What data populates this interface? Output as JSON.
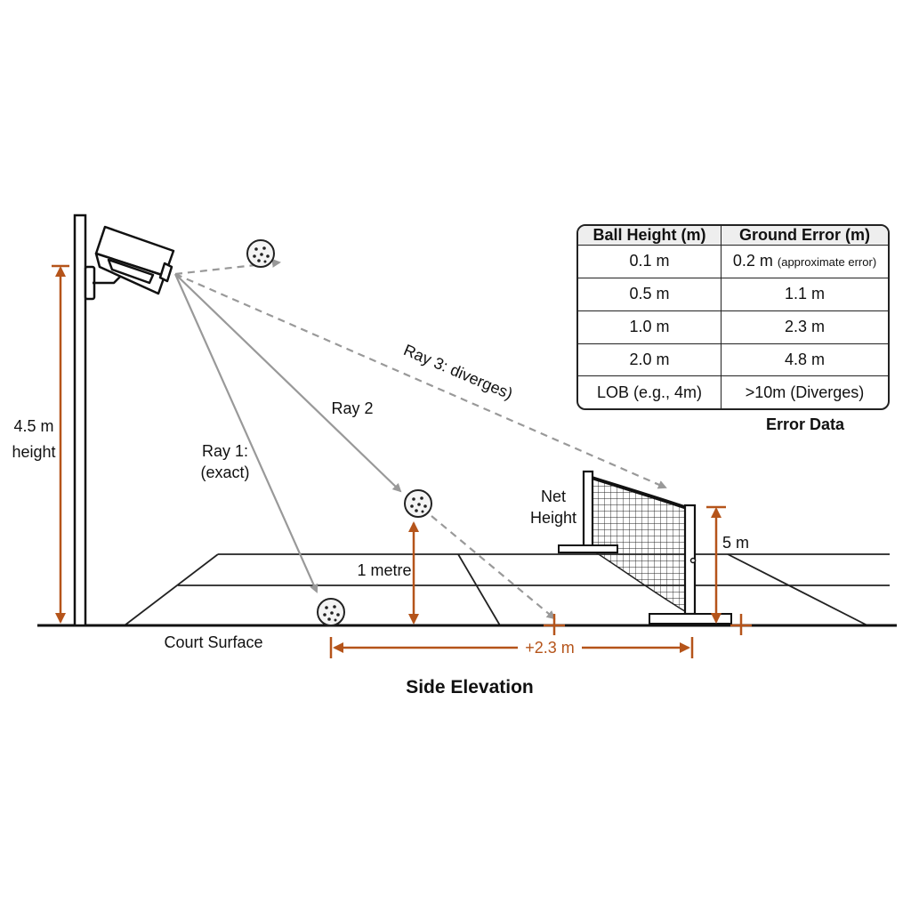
{
  "labels": {
    "pole_height": "4.5 m",
    "pole_height_word": "height",
    "ray1_line1": "Ray 1:",
    "ray1_line2": "(exact)",
    "ray2": "Ray 2",
    "ray3": "Ray 3: diverges)",
    "ball_height": "1 metre",
    "net_height_line1": "Net",
    "net_height_line2": "Height",
    "net_height_value": "5 m",
    "court_surface": "Court Surface",
    "ground_offset": "+2.3 m",
    "view_title": "Side Elevation",
    "table_caption": "Error Data"
  },
  "table": {
    "headers": [
      "Ball Height (m)",
      "Ground Error (m)"
    ],
    "rows": [
      {
        "height": "0.1 m",
        "error": "0.2 m",
        "note": "(approximate error)"
      },
      {
        "height": "0.5 m",
        "error": "1.1 m",
        "note": ""
      },
      {
        "height": "1.0 m",
        "error": "2.3 m",
        "note": ""
      },
      {
        "height": "2.0 m",
        "error": "4.8 m",
        "note": ""
      },
      {
        "height": "LOB (e.g., 4m)",
        "error": ">10m (Diverges)",
        "note": ""
      }
    ]
  },
  "icons": [
    "camera-icon",
    "pickleball-icon"
  ],
  "colors": {
    "dimension": "#b5541a",
    "ray": "#999999",
    "ink": "#111111"
  }
}
